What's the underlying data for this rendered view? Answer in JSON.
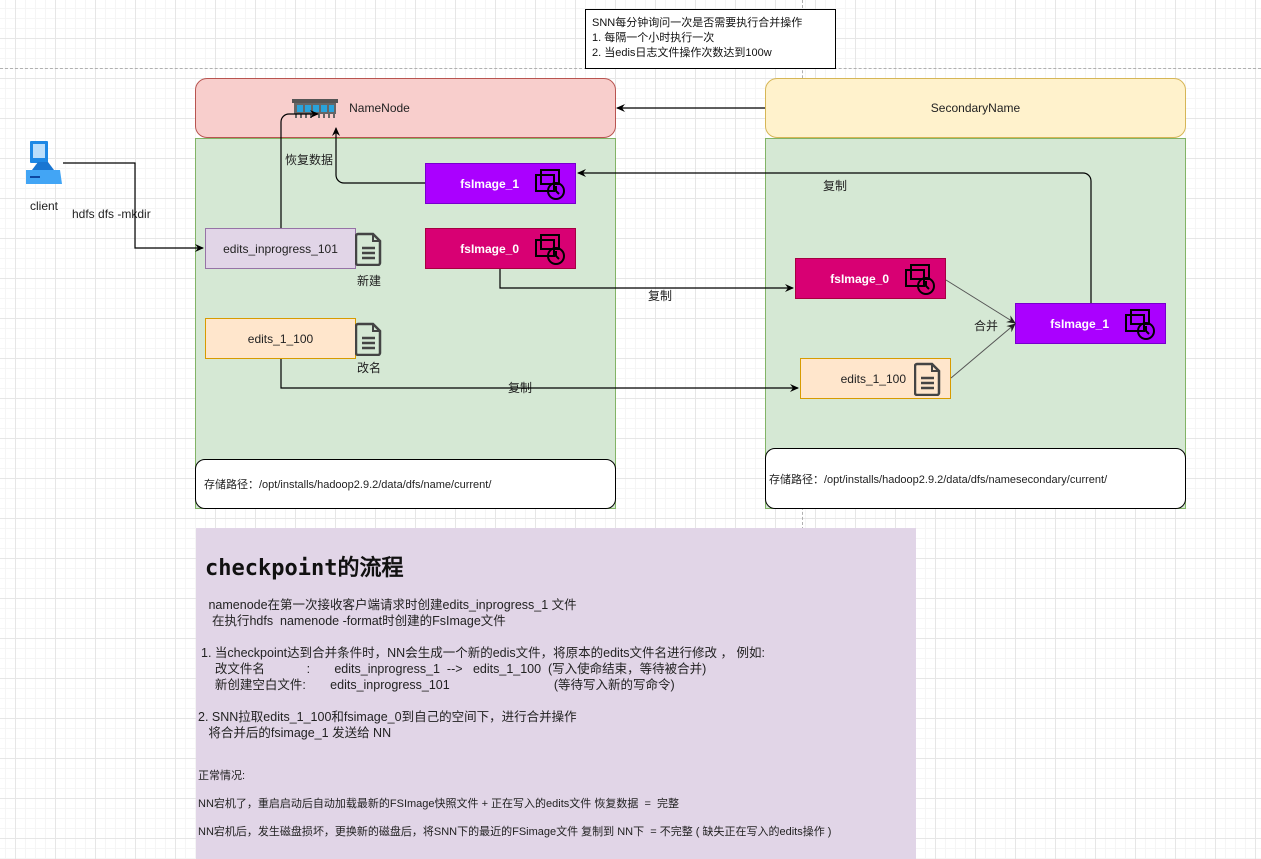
{
  "note": {
    "line1": "SNN每分钟询问一次是否需要执行合并操作",
    "line2": " 1. 每隔一个小时执行一次",
    "line3": " 2. 当edis日志文件操作次数达到100w"
  },
  "client": {
    "label": "client",
    "command": "hdfs dfs -mkdir"
  },
  "namenode": {
    "title": "NameNode",
    "restore_label": "恢复数据",
    "fsimage_1": "fsImage_1",
    "fsimage_0": "fsImage_0",
    "edits_inprogress": "edits_inprogress_101",
    "new_label": "新建",
    "edits_done": "edits_1_100",
    "rename_label": "改名",
    "storage_path": "存储路径：/opt/installs/hadoop2.9.2/data/dfs/name/current/"
  },
  "secondary": {
    "title": "SecondaryName",
    "fsimage_0": "fsImage_0",
    "edits_done": "edits_1_100",
    "fsimage_1": "fsImage_1",
    "merge_label": "合并",
    "storage_path": "存储路径：/opt/installs/hadoop2.9.2/data/dfs/namesecondary/current/"
  },
  "edges": {
    "copy_label_top": "复制",
    "copy_label_fsimage": "复制",
    "copy_label_edits": "复制"
  },
  "description": {
    "title_mono": "checkpoint",
    "title_cn": "的流程",
    "p1": " namenode在第一次接收客户端请求时创建edits_inprogress_1 文件",
    "p2": "  在执行hdfs  namenode -format时创建的FsImage文件",
    "s1_1": "1. 当checkpoint达到合并条件时，NN会生成一个新的edis文件，将原本的edits文件名进行修改 ， 例如:",
    "s1_2": "    改文件名            :       edits_inprogress_1  -->   edits_1_100  (写入使命结束，等待被合并)",
    "s1_3": "    新创建空白文件:       edits_inprogress_101                              (等待写入新的写命令)",
    "s2_1": "2. SNN拉取edits_1_100和fsimage_0到自己的空间下，进行合并操作",
    "s2_2": "   将合并后的fsimage_1 发送给 NN",
    "normal_title": "正常情况:",
    "normal_1": "NN宕机了，重启启动后自动加载最新的FSImage快照文件 + 正在写入的edits文件 恢复数据  =  完整",
    "normal_2": "NN宕机后，发生磁盘损坏，更换新的磁盘后，将SNN下的最近的FSimage文件 复制到 NN下  = 不完整 ( 缺失正在写入的edits操作 )"
  },
  "colors": {
    "namenode_header": "#f8cecc",
    "secondary_header": "#fff2cc",
    "panel": "#d5e8d4",
    "fsimage_1": "#aa00ff",
    "fsimage_0": "#d80073",
    "edits_inprogress": "#e1d5e7",
    "edits_done": "#ffe6cc",
    "description_bg": "#e1d5e7"
  }
}
